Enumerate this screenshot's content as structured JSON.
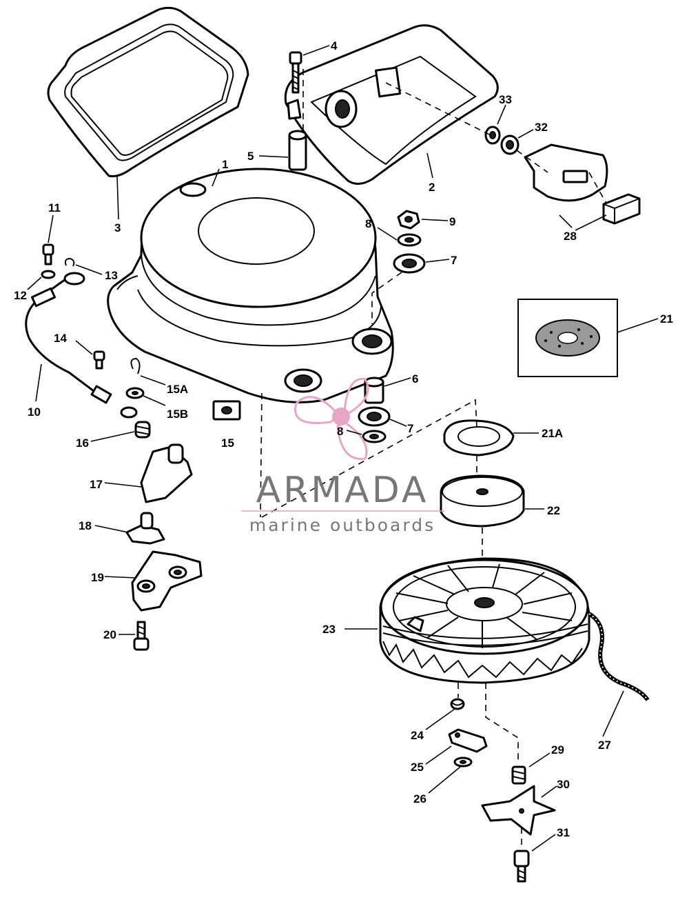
{
  "watermark": {
    "brand": "ARMADA",
    "tagline": "marine outboards",
    "accent_color": "#e8a6c6",
    "line_color": "#d9a7c0",
    "text_color": "#777777"
  },
  "callouts": [
    {
      "id": "c1",
      "label": "1"
    },
    {
      "id": "c2",
      "label": "2"
    },
    {
      "id": "c3",
      "label": "3"
    },
    {
      "id": "c4",
      "label": "4"
    },
    {
      "id": "c5",
      "label": "5"
    },
    {
      "id": "c6",
      "label": "6"
    },
    {
      "id": "c7a",
      "label": "7"
    },
    {
      "id": "c7b",
      "label": "7"
    },
    {
      "id": "c8a",
      "label": "8"
    },
    {
      "id": "c8b",
      "label": "8"
    },
    {
      "id": "c9",
      "label": "9"
    },
    {
      "id": "c10",
      "label": "10"
    },
    {
      "id": "c11",
      "label": "11"
    },
    {
      "id": "c12",
      "label": "12"
    },
    {
      "id": "c13",
      "label": "13"
    },
    {
      "id": "c14",
      "label": "14"
    },
    {
      "id": "c15",
      "label": "15"
    },
    {
      "id": "c15a",
      "label": "15A"
    },
    {
      "id": "c15b",
      "label": "15B"
    },
    {
      "id": "c16",
      "label": "16"
    },
    {
      "id": "c17",
      "label": "17"
    },
    {
      "id": "c18",
      "label": "18"
    },
    {
      "id": "c19",
      "label": "19"
    },
    {
      "id": "c20",
      "label": "20"
    },
    {
      "id": "c21",
      "label": "21"
    },
    {
      "id": "c21a",
      "label": "21A"
    },
    {
      "id": "c22",
      "label": "22"
    },
    {
      "id": "c23",
      "label": "23"
    },
    {
      "id": "c24",
      "label": "24"
    },
    {
      "id": "c25",
      "label": "25"
    },
    {
      "id": "c26",
      "label": "26"
    },
    {
      "id": "c27",
      "label": "27"
    },
    {
      "id": "c28",
      "label": "28"
    },
    {
      "id": "c29",
      "label": "29"
    },
    {
      "id": "c30",
      "label": "30"
    },
    {
      "id": "c31",
      "label": "31"
    },
    {
      "id": "c32",
      "label": "32"
    },
    {
      "id": "c33",
      "label": "33"
    }
  ]
}
